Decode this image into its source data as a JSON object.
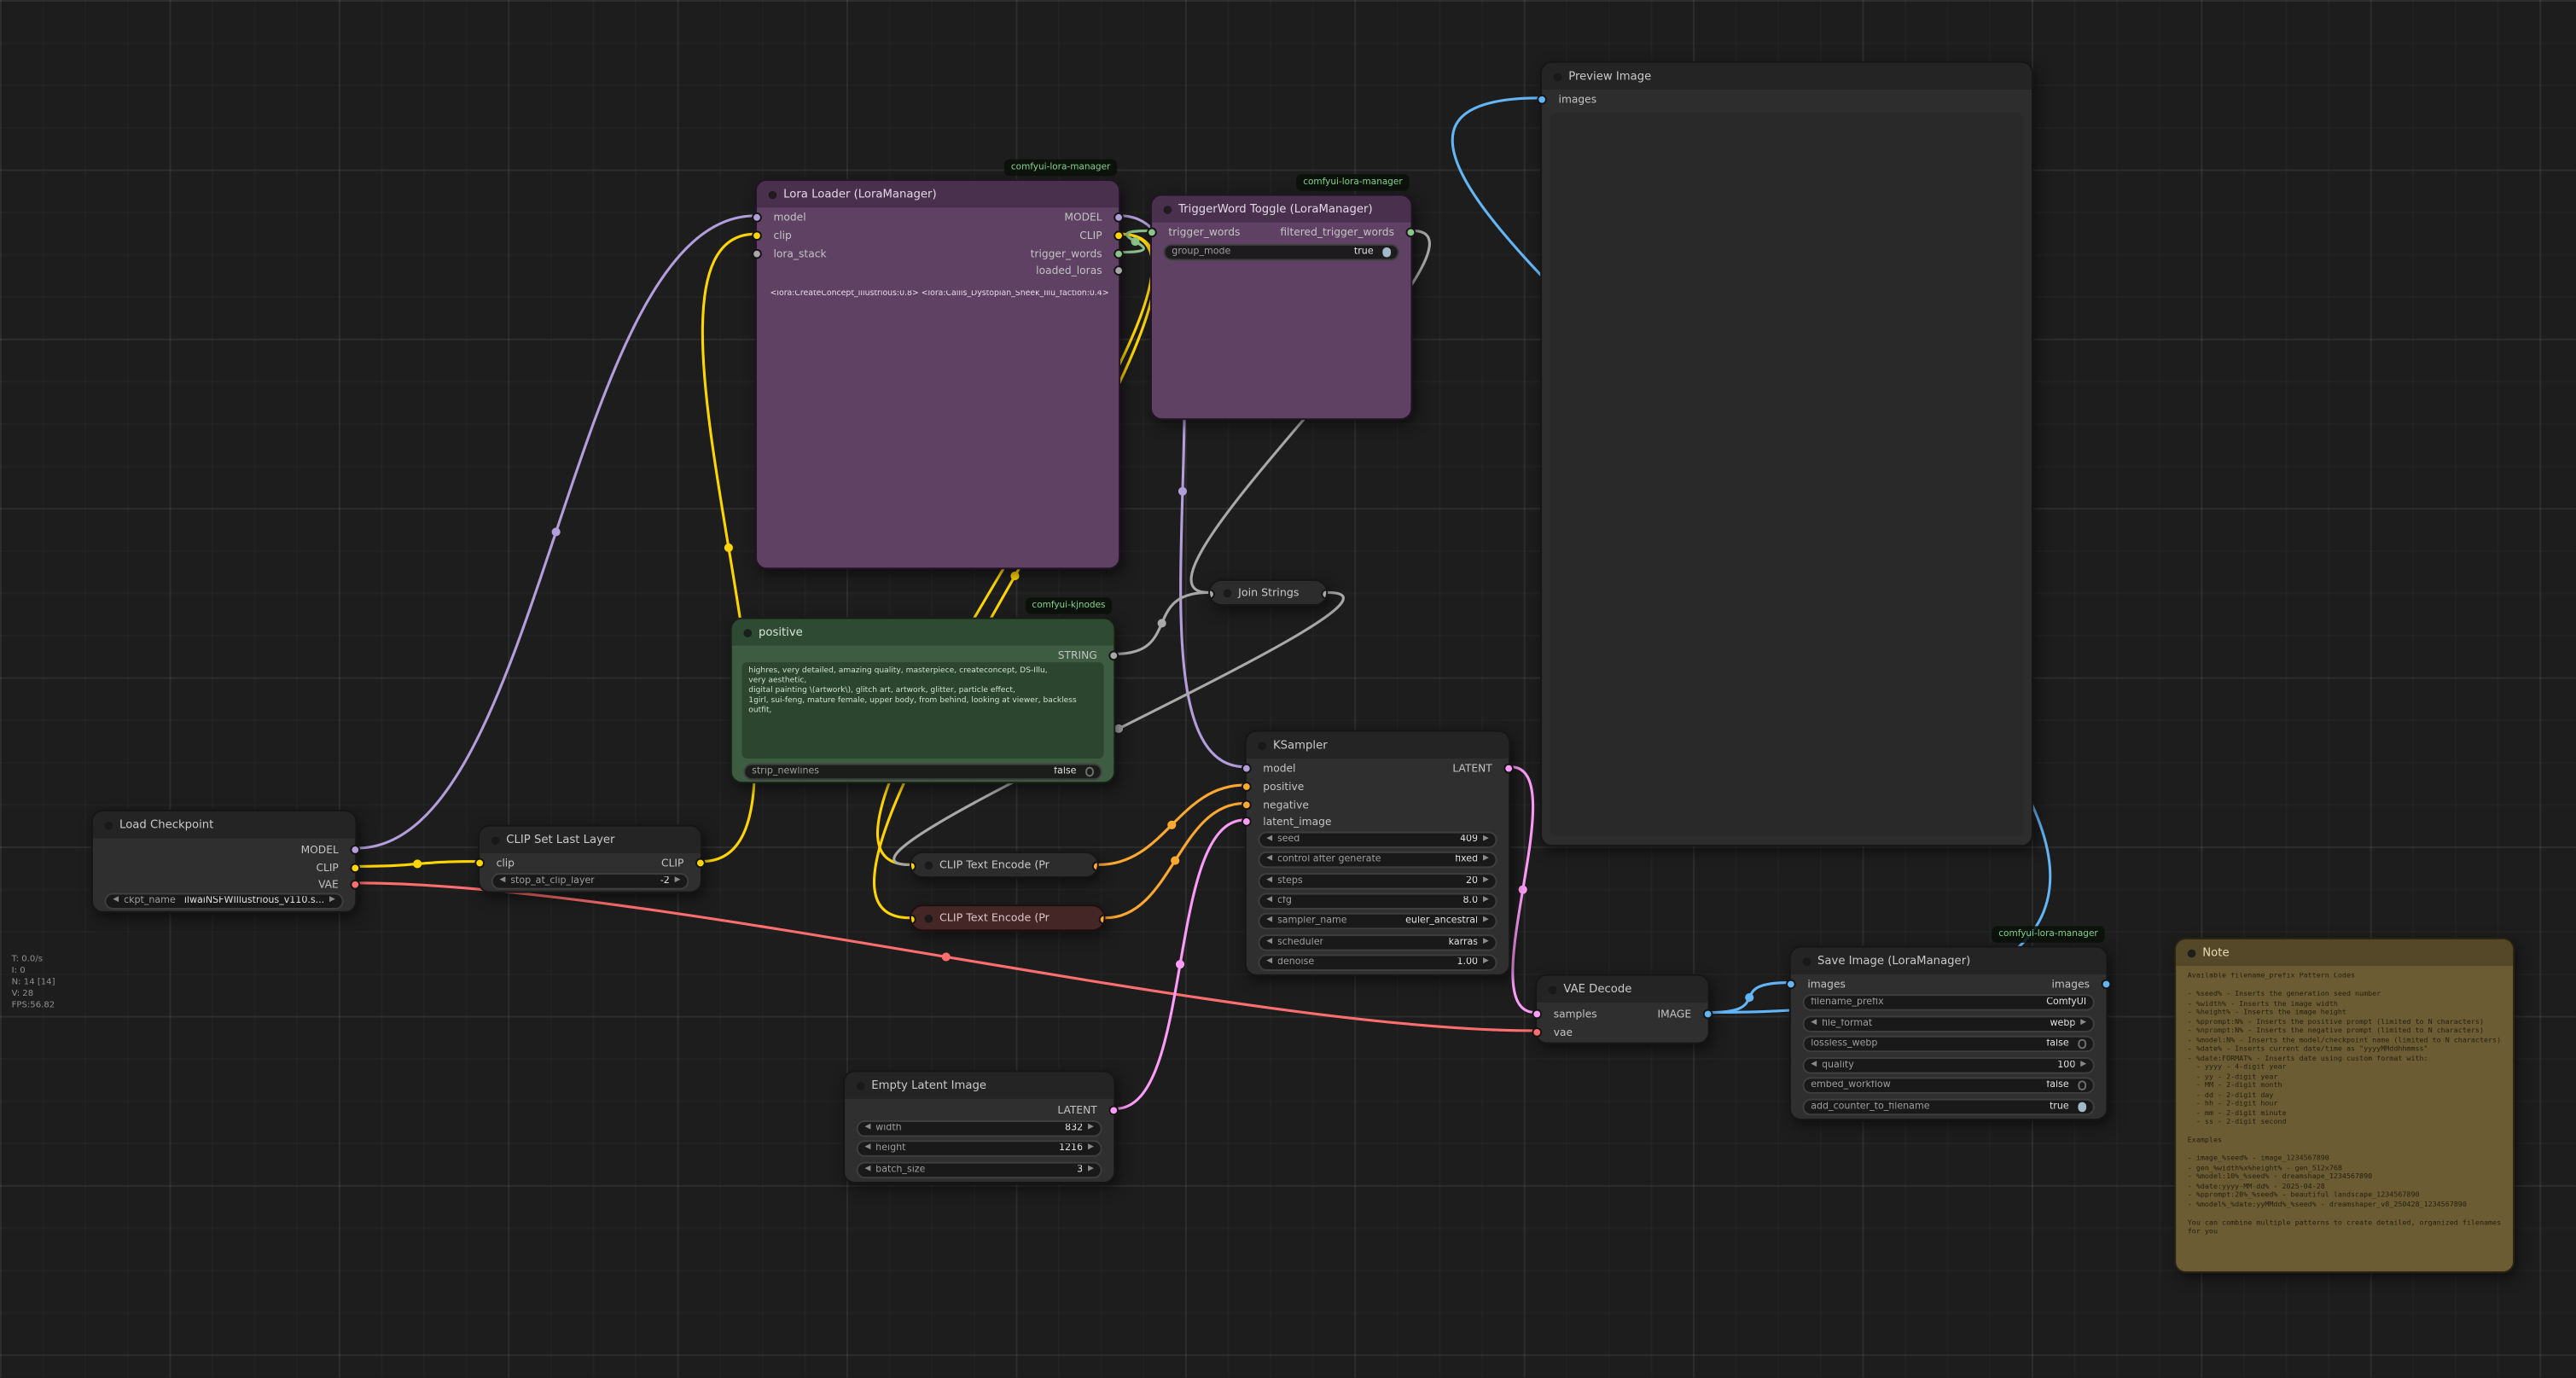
{
  "stats": {
    "line1": "T: 0.0/s",
    "line2": "I: 0",
    "line3": "N: 14 [14]",
    "line4": "V: 28",
    "line5": "FPS:56.82"
  },
  "badges": {
    "lora_manager": "comfyui-lora-manager",
    "kjnodes": "comfyui-kjnodes"
  },
  "nodes": {
    "load_checkpoint": {
      "title": "Load Checkpoint",
      "out_model": "MODEL",
      "out_clip": "CLIP",
      "out_vae": "VAE",
      "ckpt_label": "ckpt_name",
      "ckpt_value": "ilwaiNSFWIllustrious_v110.s..."
    },
    "clip_set_last_layer": {
      "title": "CLIP Set Last Layer",
      "in_clip": "clip",
      "out_clip": "CLIP",
      "stop_label": "stop_at_clip_layer",
      "stop_value": "-2"
    },
    "lora_loader": {
      "title": "Lora Loader (LoraManager)",
      "in_model": "model",
      "in_clip": "clip",
      "in_lora_stack": "lora_stack",
      "out_model": "MODEL",
      "out_clip": "CLIP",
      "out_trigger_words": "trigger_words",
      "out_loaded_loras": "loaded_loras",
      "loras_text": "<lora:CreateConcept_Illustrious:0.8> <lora:Callis_Dystopian_Sheek_Illu_faction:0.4>"
    },
    "trigger_word_toggle": {
      "title": "TriggerWord Toggle (LoraManager)",
      "in_trigger_words": "trigger_words",
      "out_filtered": "filtered_trigger_words",
      "group_mode_label": "group_mode",
      "group_mode_value": "true"
    },
    "positive_prompt": {
      "title": "positive",
      "out_string": "STRING",
      "text": "highres, very detailed, amazing quality, masterpiece, createconcept, DS-Illu,\nvery aesthetic,\ndigital painting \\(artwork\\), glitch art, artwork, glitter, particle effect,\n1girl, sui-feng, mature female, upper body, from behind, looking at viewer, backless outfit,",
      "strip_label": "strip_newlines",
      "strip_value": "false"
    },
    "join_strings": {
      "title": "Join Strings"
    },
    "clip_text_encode_positive": {
      "title": "CLIP Text Encode (Pr"
    },
    "clip_text_encode_negative": {
      "title": "CLIP Text Encode (Pr"
    },
    "ksampler": {
      "title": "KSampler",
      "in_model": "model",
      "in_positive": "positive",
      "in_negative": "negative",
      "in_latent": "latent_image",
      "out_latent": "LATENT",
      "widgets": [
        {
          "label": "seed",
          "value": "409"
        },
        {
          "label": "control after generate",
          "value": "fixed"
        },
        {
          "label": "steps",
          "value": "20"
        },
        {
          "label": "cfg",
          "value": "8.0"
        },
        {
          "label": "sampler_name",
          "value": "euler_ancestral"
        },
        {
          "label": "scheduler",
          "value": "karras"
        },
        {
          "label": "denoise",
          "value": "1.00"
        }
      ]
    },
    "empty_latent": {
      "title": "Empty Latent Image",
      "out_latent": "LATENT",
      "widgets": [
        {
          "label": "width",
          "value": "832"
        },
        {
          "label": "height",
          "value": "1216"
        },
        {
          "label": "batch_size",
          "value": "3"
        }
      ]
    },
    "vae_decode": {
      "title": "VAE Decode",
      "in_samples": "samples",
      "in_vae": "vae",
      "out_image": "IMAGE"
    },
    "save_image": {
      "title": "Save Image (LoraManager)",
      "in_images": "images",
      "out_images": "images",
      "widgets": [
        {
          "label": "filename_prefix",
          "value": "ComfyUI"
        },
        {
          "label": "file_format",
          "value": "webp"
        },
        {
          "label": "lossless_webp",
          "value": "false"
        },
        {
          "label": "quality",
          "value": "100"
        },
        {
          "label": "embed_workflow",
          "value": "false"
        },
        {
          "label": "add_counter_to_filename",
          "value": "true"
        }
      ]
    },
    "preview_image": {
      "title": "Preview Image",
      "in_images": "images"
    },
    "note": {
      "title": "Note",
      "text": "Available filename_prefix Pattern Codes\n\n- %seed% - Inserts the generation seed number\n- %width% - Inserts the image width\n- %height% - Inserts the image height\n- %pprompt:N% - Inserts the positive prompt (limited to N characters)\n- %nprompt:N% - Inserts the negative prompt (limited to N characters)\n- %model:N% - Inserts the model/checkpoint name (limited to N characters)\n- %date% - Inserts current date/time as \"yyyyMMddhhmmss\"\n- %date:FORMAT% - Inserts date using custom format with:\n  - yyyy - 4-digit year\n  - yy - 2-digit year\n  - MM - 2-digit month\n  - dd - 2-digit day\n  - hh - 2-digit hour\n  - mm - 2-digit minute\n  - ss - 2-digit second\n\nExamples\n\n- image_%seed% - image_1234567890\n- gen_%width%x%height% - gen_512x768\n- %model:10%_%seed% - dreamshape_1234567890\n- %date:yyyy-MM-dd% - 2025-04-28\n- %pprompt:20%_%seed% - beautiful landscape_1234567890\n- %model%_%date:yyMMdd%_%seed% - dreamshaper_v8_250428_1234567890\n\nYou can combine multiple patterns to create detailed, organized filenames for you"
    }
  },
  "links": [
    {
      "name": "model-checkpoint-to-lora",
      "color": "#B39DDB",
      "p": [
        215,
        511,
        328,
        511,
        342,
        130,
        455,
        130
      ]
    },
    {
      "name": "clip-checkpoint-to-clipset",
      "color": "#FFD500",
      "p": [
        215,
        522,
        255,
        522,
        248,
        519,
        288,
        519
      ]
    },
    {
      "name": "clip-clipset-to-lora",
      "color": "#FFD500",
      "p": [
        423,
        519,
        518,
        519,
        360,
        141,
        455,
        141
      ]
    },
    {
      "name": "vae-checkpoint-to-vaedecode",
      "color": "#FF6E6E",
      "p": [
        215,
        532,
        394,
        532,
        746,
        621,
        925,
        621
      ]
    },
    {
      "name": "model-lora-to-ksampler",
      "color": "#B39DDB",
      "p": [
        675,
        130,
        760,
        130,
        665,
        462,
        750,
        462
      ]
    },
    {
      "name": "clip-lora-to-positive-encode",
      "color": "#FFD500",
      "p": [
        675,
        141,
        775,
        141,
        448,
        521,
        548,
        521
      ]
    },
    {
      "name": "clip-lora-to-negative-encode",
      "color": "#FFD500",
      "p": [
        675,
        141,
        783,
        141,
        440,
        553,
        548,
        553
      ]
    },
    {
      "name": "triggerwords-lora-to-toggle",
      "color": "#8BC48B",
      "p": [
        675,
        152,
        715,
        152,
        653,
        139,
        693,
        139
      ]
    },
    {
      "name": "string-toggle-to-join",
      "color": "#A8A8A8",
      "p": [
        851,
        139,
        914,
        139,
        665,
        357,
        728,
        357
      ]
    },
    {
      "name": "string-positive-to-join",
      "color": "#A8A8A8",
      "p": [
        672,
        394,
        712,
        394,
        688,
        357,
        728,
        357
      ]
    },
    {
      "name": "string-join-to-positive-encode",
      "color": "#A8A8A8",
      "p": [
        800,
        357,
        875,
        357,
        473,
        521,
        548,
        521
      ]
    },
    {
      "name": "conditioning-positive",
      "color": "#FFA931",
      "p": [
        662,
        521,
        702,
        521,
        710,
        473,
        750,
        473
      ]
    },
    {
      "name": "conditioning-negative",
      "color": "#FFA931",
      "p": [
        666,
        553,
        706,
        553,
        710,
        484,
        750,
        484
      ]
    },
    {
      "name": "latent-empty-to-ksampler",
      "color": "#FF9CF9",
      "p": [
        672,
        668,
        720,
        668,
        702,
        494,
        750,
        494
      ]
    },
    {
      "name": "latent-ksampler-to-vae",
      "color": "#FF9CF9",
      "p": [
        910,
        462,
        950,
        462,
        885,
        610,
        925,
        610
      ]
    },
    {
      "name": "image-vae-to-save",
      "color": "#64B5F6",
      "p": [
        1030,
        610,
        1070,
        610,
        1038,
        592,
        1078,
        592
      ]
    },
    {
      "name": "image-vae-to-preview",
      "color": "#64B5F6",
      "p": [
        1030,
        610,
        1650,
        610,
        640,
        59,
        928,
        59
      ]
    }
  ]
}
